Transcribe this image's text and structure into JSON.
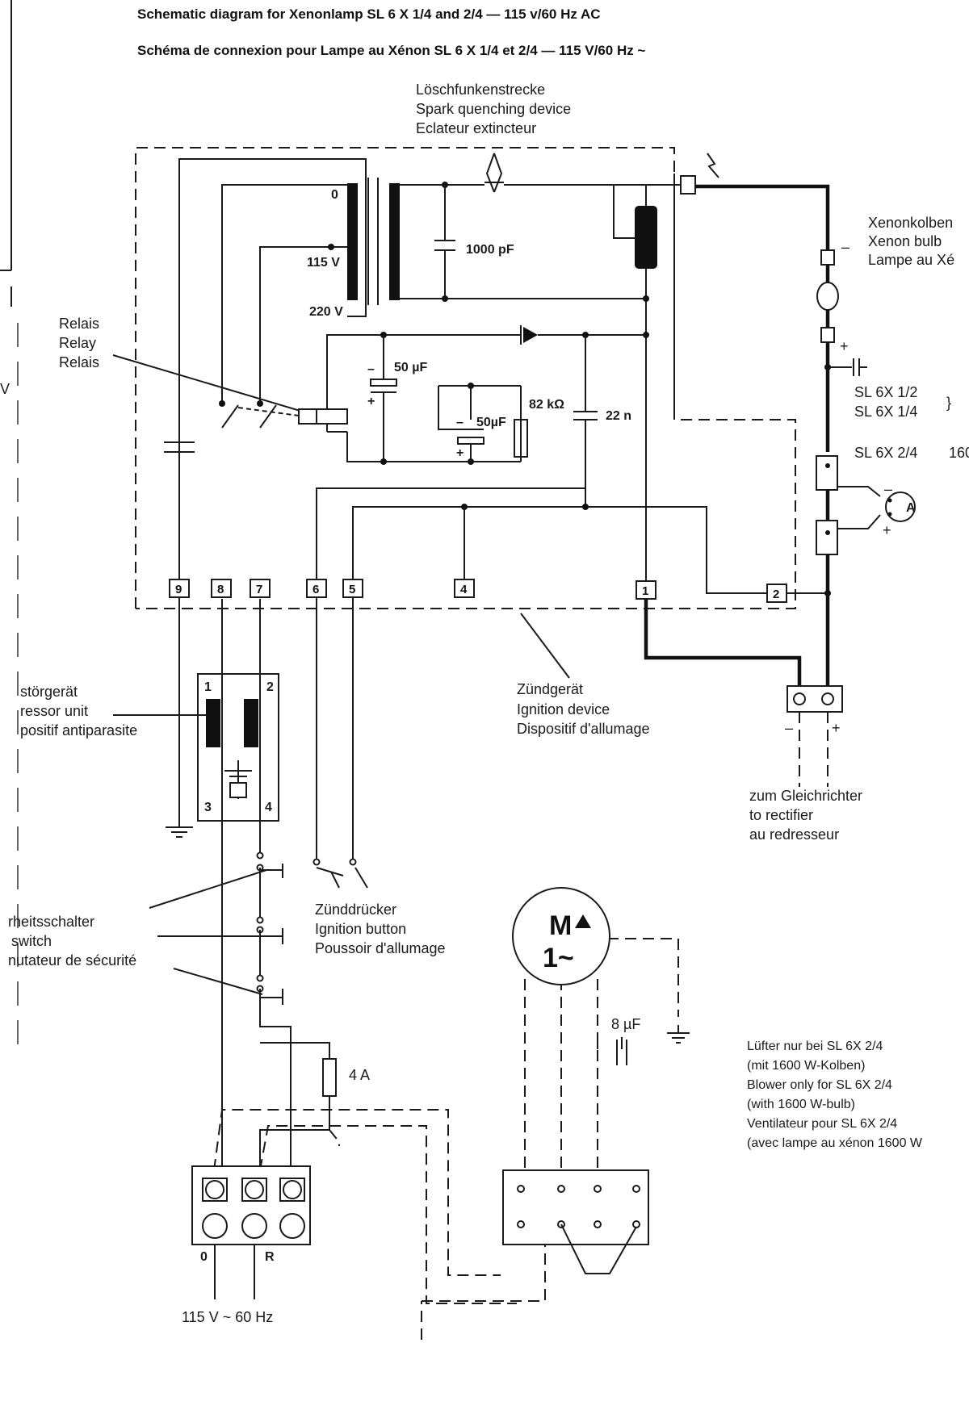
{
  "title": {
    "line_en": "Schematic diagram for Xenonlamp SL 6 X 1/4 and 2/4 — 115 v/60 Hz AC",
    "line_fr": "Schéma de connexion pour Lampe au Xénon SL 6 X 1/4 et 2/4 — 115 V/60 Hz ~"
  },
  "spark_device": {
    "de": "Löschfunkenstrecke",
    "en": "Spark quenching device",
    "fr": "Eclateur extincteur"
  },
  "relay": {
    "de": "Relais",
    "en": "Relay",
    "fr": "Relais"
  },
  "xenon_bulb": {
    "de": "Xenonkolben",
    "en": "Xenon bulb",
    "fr": "Lampe au Xé"
  },
  "transformer": {
    "tap0": "0",
    "tap115": "115 V",
    "tap220": "220 V"
  },
  "components": {
    "c1000": "1000 pF",
    "c50a": "50 µF",
    "c50b": "50µF",
    "r82": "82 kΩ",
    "c22": "22 n",
    "c8": "8 µF",
    "fuse": "4 A"
  },
  "models": {
    "m1": "SL 6X 1/2",
    "m2": "SL 6X 1/4",
    "m3": "SL 6X 2/4",
    "m3_note": "160"
  },
  "ammeter": "A",
  "terminals": [
    "9",
    "8",
    "7",
    "6",
    "5",
    "4",
    "1",
    "2"
  ],
  "ignition_device": {
    "de": "Zündgerät",
    "en": "Ignition device",
    "fr": "Dispositif d'allumage"
  },
  "suppressor": {
    "de": "störgerät",
    "en": "ressor unit",
    "fr": "positif antiparasite",
    "t1": "1",
    "t2": "2",
    "t3": "3",
    "t4": "4"
  },
  "rectifier": {
    "de": "zum Gleichrichter",
    "en": "to rectifier",
    "fr": "au redresseur"
  },
  "ignition_button": {
    "de": "Zünddrücker",
    "en": "Ignition button",
    "fr": "Poussoir d'allumage"
  },
  "safety_switch": {
    "de": "rheitsschalter",
    "en": "switch",
    "fr": "nutateur de sécurité"
  },
  "motor": {
    "m": "M",
    "phase": "1~"
  },
  "blower_note": [
    "Lüfter nur bei SL 6X 2/4",
    "(mit 1600 W-Kolben)",
    "Blower only for SL 6X 2/4",
    "(with 1600 W-bulb)",
    "Ventilateur pour SL 6X 2/4",
    "(avec lampe au xénon 1600 W"
  ],
  "mains": {
    "zero": "0",
    "r": "R",
    "supply": "115 V ~ 60 Hz"
  },
  "margin_fragments": {
    "v": "V"
  }
}
